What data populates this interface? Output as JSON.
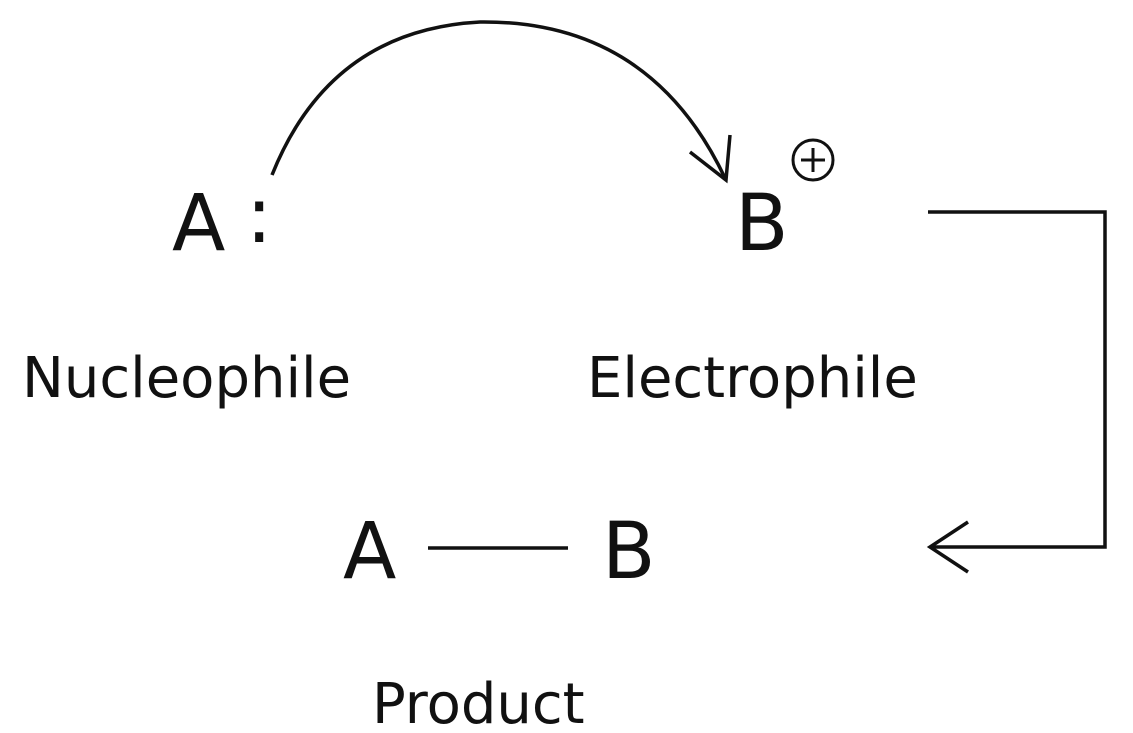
{
  "nucleophile": {
    "symbol": "A",
    "lone_pair": ":",
    "label": "Nucleophile"
  },
  "electrophile": {
    "symbol": "B",
    "charge": "+",
    "label": "Electrophile"
  },
  "product": {
    "left": "A",
    "right": "B",
    "label": "Product"
  },
  "colors": {
    "ink": "#111111",
    "background": "#ffffff"
  }
}
